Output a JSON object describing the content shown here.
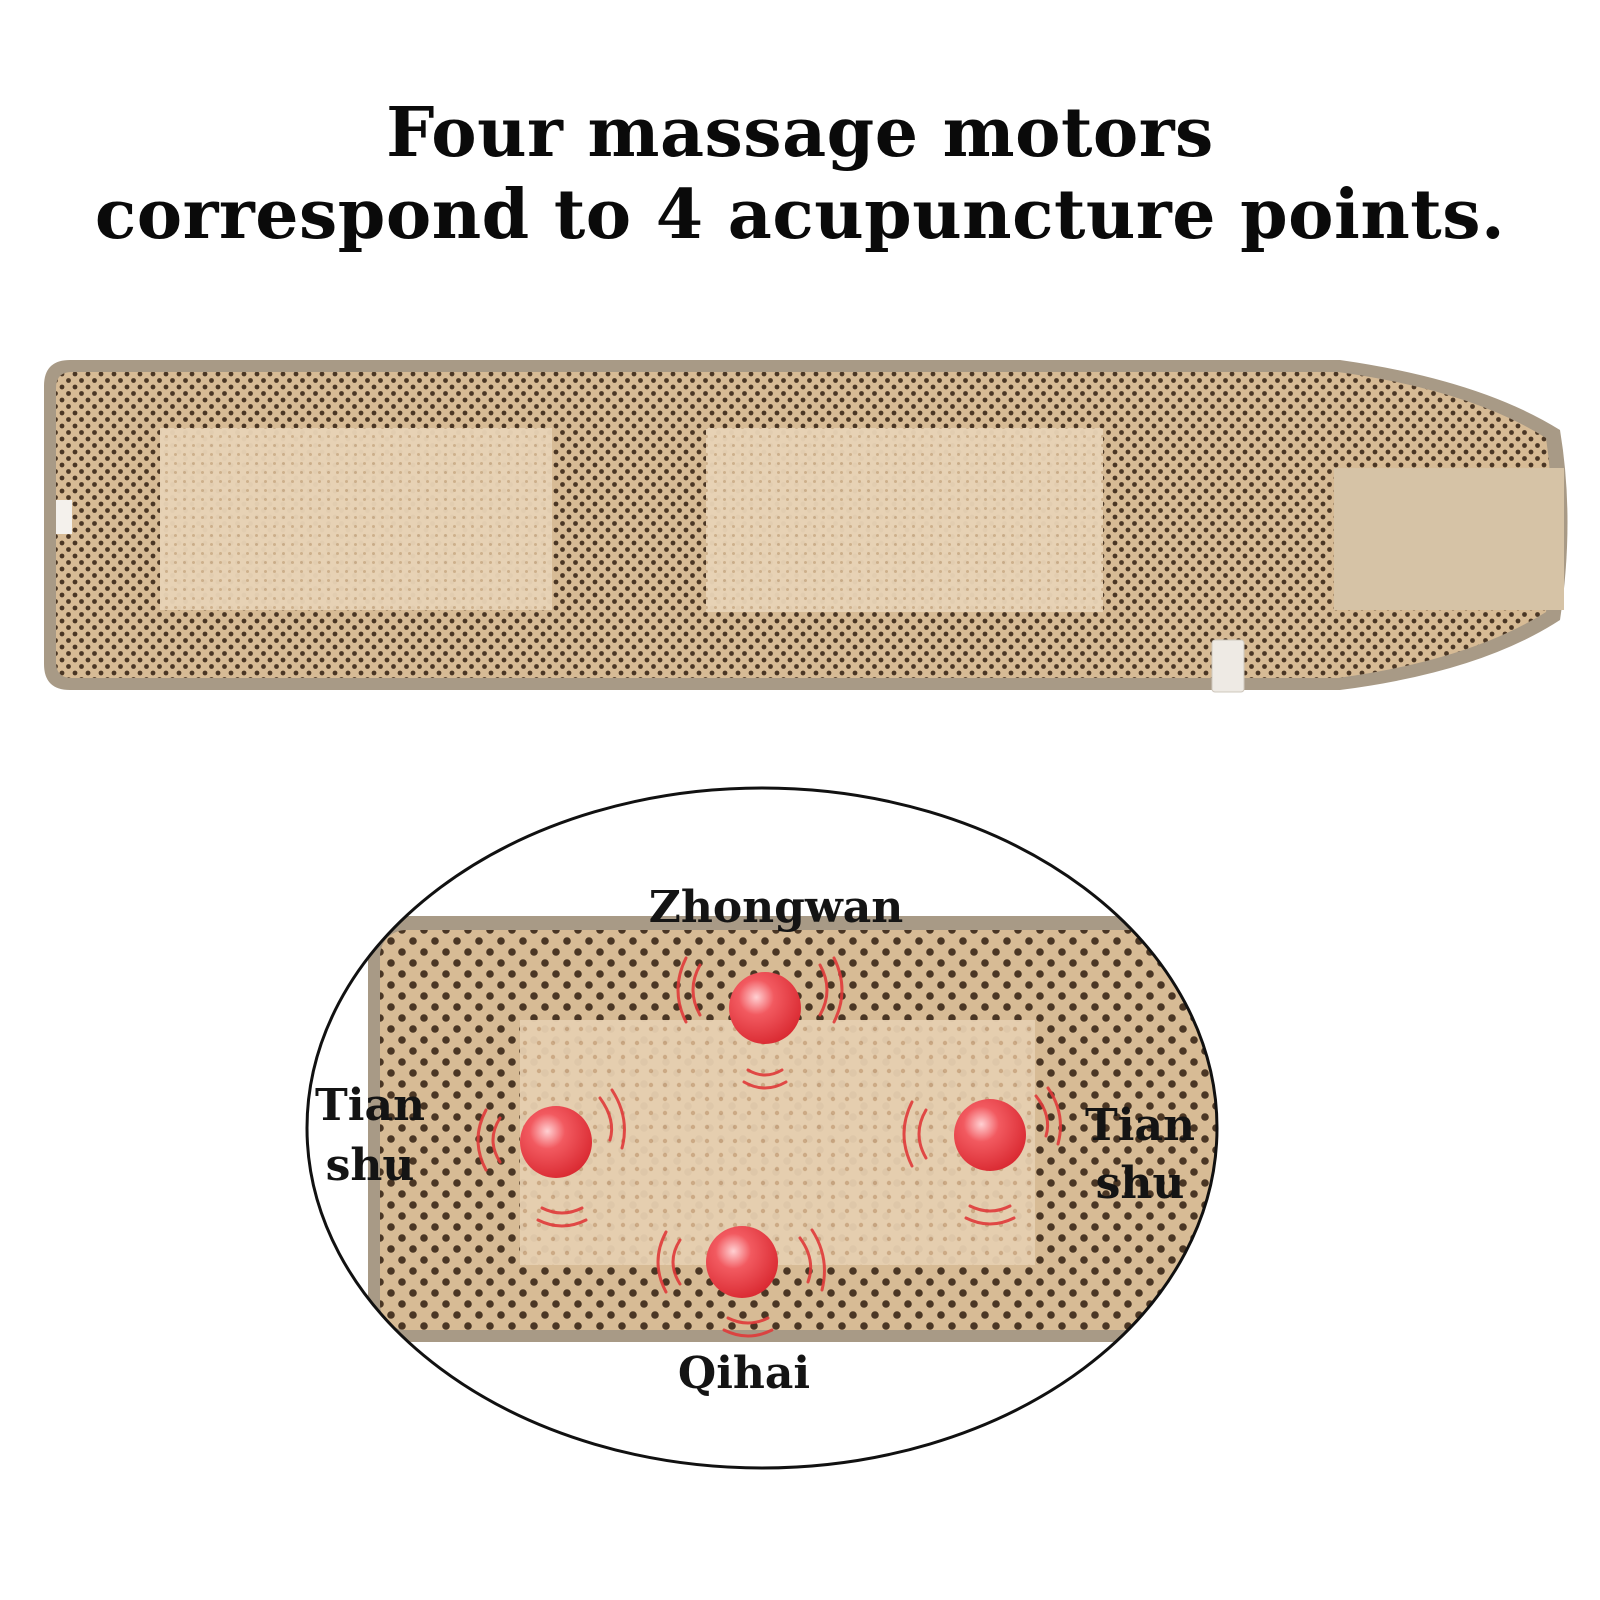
{
  "headline": {
    "line1": "Four massage motors",
    "line2": "correspond to 4 acupuncture points."
  },
  "points": {
    "top": "Zhongwan",
    "bottom": "Qihai",
    "left_line1": "Tian",
    "left_line2": "shu",
    "right_line1": "Tian",
    "right_line2": "shu"
  },
  "motor_count": 4,
  "colors": {
    "fabric": "#d7bb95",
    "dots": "#4a3624",
    "binding": "#a89a86",
    "panel": "#e8d3b6",
    "motor": "#ec3f45",
    "vibration": "#e03a3a",
    "text": "#141414"
  }
}
